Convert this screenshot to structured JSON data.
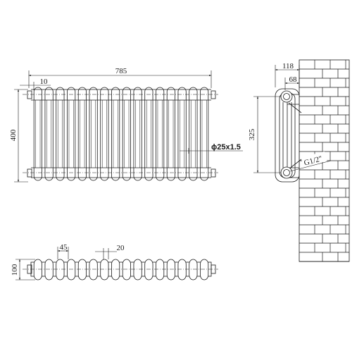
{
  "front_view": {
    "width_label": "785",
    "height_label": "400",
    "offset_label": "10",
    "pipe_label": "ϕ25x1.5",
    "column_count": 16
  },
  "top_view": {
    "depth_label": "100",
    "pitch_label": "45",
    "gap_label": "20"
  },
  "side_view": {
    "depth_label": "118",
    "bracket_label": "68",
    "centers_label": "325",
    "thread_label": "G1/2\""
  },
  "colors": {
    "line": "#1a1a1a",
    "background": "#ffffff"
  }
}
